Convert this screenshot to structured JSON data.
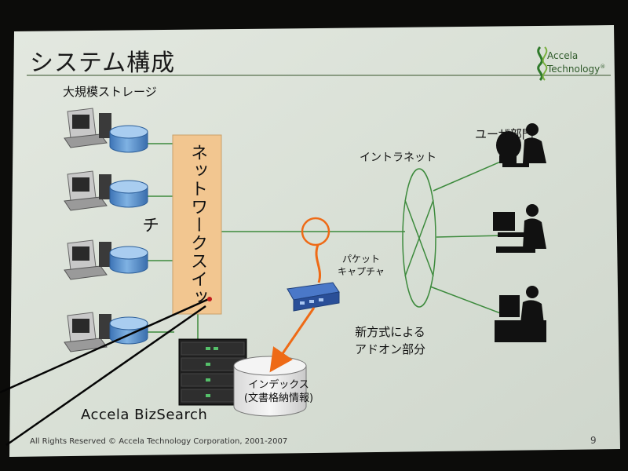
{
  "slide": {
    "title": "システム構成",
    "logo": {
      "name": "Accela Technology",
      "line1": "Accela",
      "line2": "Technology",
      "registered": "®",
      "icon": "helix-leaf-icon"
    },
    "page_number": "9",
    "copyright": "All Rights Reserved © Accela Technology Corporation, 2001-2007",
    "product_name": "Accela BizSearch"
  },
  "diagram": {
    "storage_label": "大規模ストレージ",
    "switch_label": "ネットワークスイッチ",
    "intranet_label": "イントラネット",
    "users_label": "ユーザ部門",
    "capture_label_line1": "パケット",
    "capture_label_line2": "キャプチャ",
    "addon_label_line1": "新方式による",
    "addon_label_line2": "アドオン部分",
    "index_label_line1": "インデックス",
    "index_label_line2": "(文書格納情報)",
    "storage_count": 4,
    "user_count": 3
  },
  "colors": {
    "slide_bg": "#dfe5dc",
    "switch_fill": "#f2c690",
    "line_green": "#3c8a3c",
    "capture_orange": "#ee6a16",
    "disk_blue": "#5a95d2",
    "title_rule": "#7a8c6a",
    "logo_green": "#2f7a2a"
  }
}
